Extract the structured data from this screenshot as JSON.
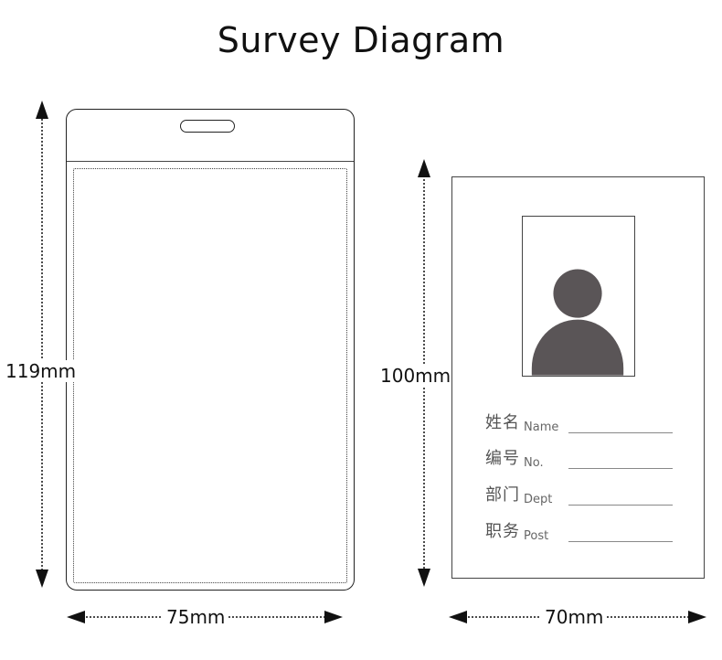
{
  "title": "Survey Diagram",
  "holder": {
    "height_label": "119mm",
    "width_label": "75mm"
  },
  "card": {
    "height_label": "100mm",
    "width_label": "70mm",
    "photo_icon": "person-silhouette-icon",
    "fields": [
      {
        "cn": "姓名",
        "en": "Name"
      },
      {
        "cn": "编号",
        "en": "No."
      },
      {
        "cn": "部门",
        "en": "Dept"
      },
      {
        "cn": "职务",
        "en": "Post"
      }
    ]
  },
  "colors": {
    "silhouette": "#5a5557",
    "outline": "#222222"
  }
}
